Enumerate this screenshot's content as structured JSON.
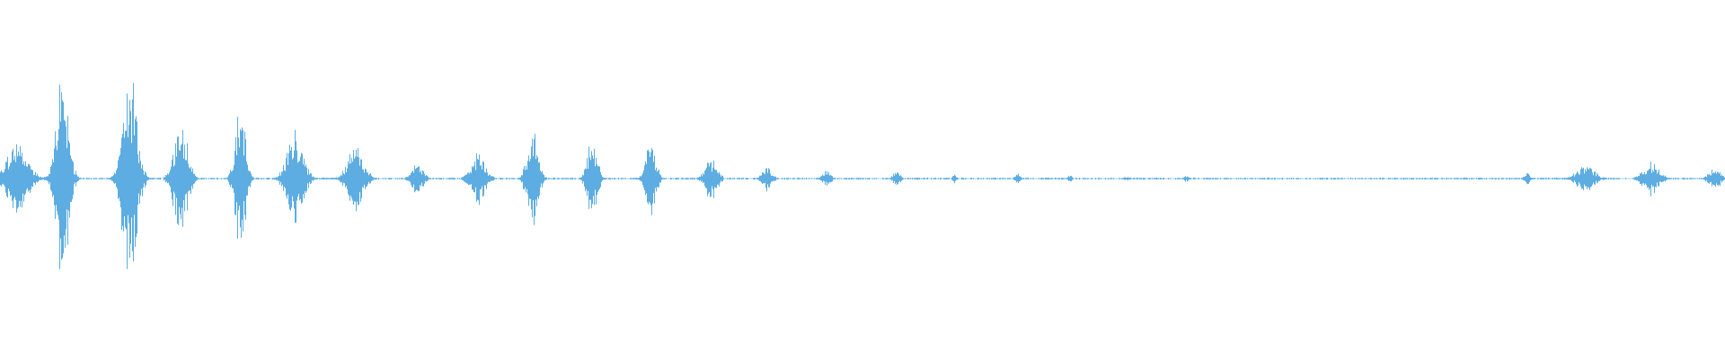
{
  "waveform": {
    "color": "#5DADE2",
    "background": "#FFFFFF",
    "bursts": [
      {
        "t": 0.0,
        "dur": 0.02,
        "amp": 0.34
      },
      {
        "t": 0.026,
        "dur": 0.018,
        "amp": 0.1
      },
      {
        "t": 0.03,
        "dur": 0.012,
        "amp": 0.95
      },
      {
        "t": 0.068,
        "dur": 0.014,
        "amp": 0.98
      },
      {
        "t": 0.098,
        "dur": 0.013,
        "amp": 0.55
      },
      {
        "t": 0.134,
        "dur": 0.01,
        "amp": 0.66
      },
      {
        "t": 0.163,
        "dur": 0.016,
        "amp": 0.4
      },
      {
        "t": 0.198,
        "dur": 0.016,
        "amp": 0.28
      },
      {
        "t": 0.236,
        "dur": 0.011,
        "amp": 0.16
      },
      {
        "t": 0.27,
        "dur": 0.014,
        "amp": 0.25
      },
      {
        "t": 0.303,
        "dur": 0.011,
        "amp": 0.44
      },
      {
        "t": 0.338,
        "dur": 0.01,
        "amp": 0.36
      },
      {
        "t": 0.372,
        "dur": 0.01,
        "amp": 0.34
      },
      {
        "t": 0.406,
        "dur": 0.012,
        "amp": 0.18
      },
      {
        "t": 0.44,
        "dur": 0.009,
        "amp": 0.12
      },
      {
        "t": 0.475,
        "dur": 0.008,
        "amp": 0.08
      },
      {
        "t": 0.516,
        "dur": 0.007,
        "amp": 0.07
      },
      {
        "t": 0.551,
        "dur": 0.004,
        "amp": 0.04
      },
      {
        "t": 0.587,
        "dur": 0.005,
        "amp": 0.05
      },
      {
        "t": 0.618,
        "dur": 0.004,
        "amp": 0.03
      },
      {
        "t": 0.65,
        "dur": 0.006,
        "amp": 0.02
      },
      {
        "t": 0.685,
        "dur": 0.005,
        "amp": 0.03
      },
      {
        "t": 0.882,
        "dur": 0.006,
        "amp": 0.06
      },
      {
        "t": 0.91,
        "dur": 0.018,
        "amp": 0.12
      },
      {
        "t": 0.949,
        "dur": 0.016,
        "amp": 0.15
      },
      {
        "t": 0.988,
        "dur": 0.012,
        "amp": 0.1
      }
    ],
    "noise_floor": 0.006
  }
}
